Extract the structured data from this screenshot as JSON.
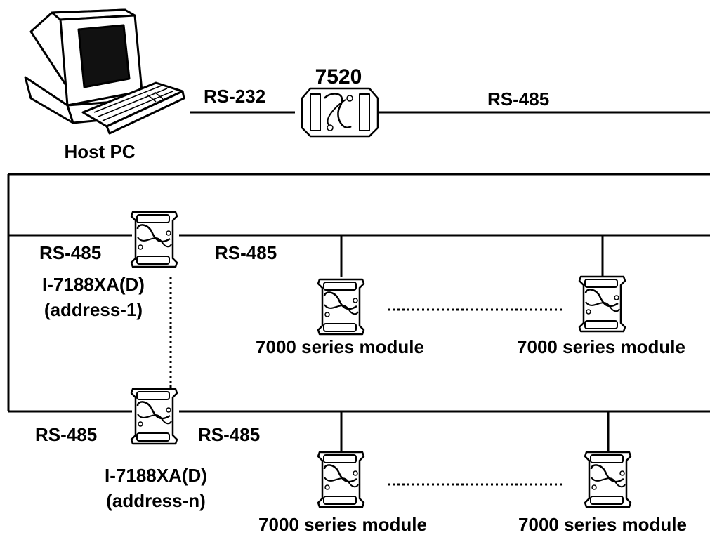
{
  "host": {
    "label": "Host PC"
  },
  "converter": {
    "label": "7520"
  },
  "links": {
    "rs232": "RS-232",
    "rs485_main": "RS-485"
  },
  "controllers": [
    {
      "name": "I-7188XA(D)",
      "address": "(address-1)",
      "left_port": "RS-485",
      "right_port": "RS-485"
    },
    {
      "name": "I-7188XA(D)",
      "address": "(address-n)",
      "left_port": "RS-485",
      "right_port": "RS-485"
    }
  ],
  "modules": {
    "row1_left": "7000 series module",
    "row1_right": "7000 series module",
    "row2_left": "7000 series module",
    "row2_right": "7000 series module"
  },
  "colors": {
    "line": "#000000",
    "device_fill": "#ffffff",
    "screen": "#111111"
  },
  "icons": [
    "desktop-computer-icon",
    "converter-module-icon",
    "controller-module-icon",
    "io-module-icon"
  ]
}
